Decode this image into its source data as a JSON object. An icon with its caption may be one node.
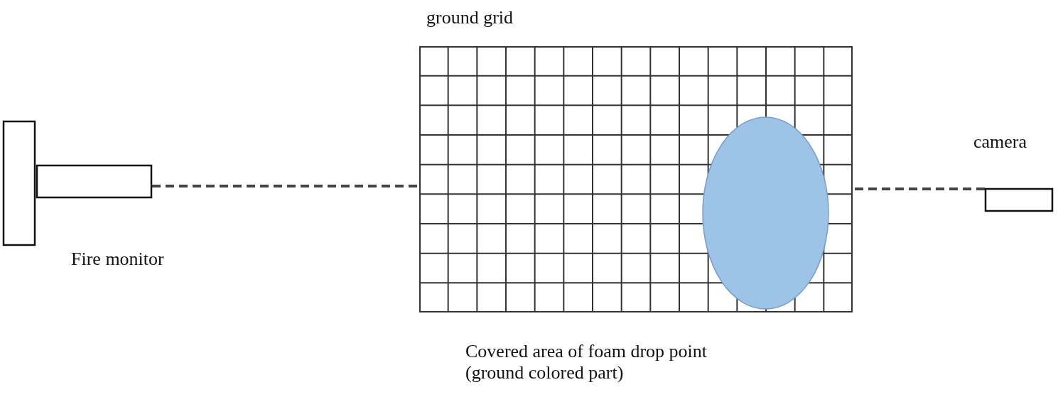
{
  "diagram": {
    "nodes": [
      {
        "text": [],
        "shape": "picture",
        "beside": [
          "Fire monitor"
        ]
      },
      {
        "text": [
          "ground grid"
        ]
      },
      {
        "text": [],
        "shape": "ellipse",
        "in": 1,
        "beside": [
          "Covered area of foam drop point (ground colored part)"
        ]
      },
      {
        "text": [],
        "shape": "box",
        "beside": [
          "camera"
        ]
      }
    ],
    "edges": [
      {
        "from": 0,
        "to": 1,
        "arrow": "none",
        "style": "dashed"
      },
      {
        "from": 3,
        "to": 1,
        "arrow": "none",
        "style": "dashed"
      }
    ]
  }
}
